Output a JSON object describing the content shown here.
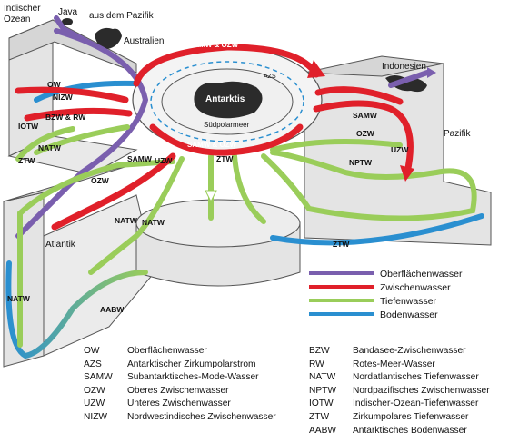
{
  "regions": {
    "indian_ocean": [
      "Indischer",
      "Ozean"
    ],
    "java": "Java",
    "pacific_source": "aus dem Pazifik",
    "australia": "Australien",
    "indonesia": "Indonesien",
    "antarctica": "Antarktis",
    "southern_ocean": "Südpolarmeer",
    "pacific": "Pazifik",
    "atlantic": "Atlantik"
  },
  "flow_labels": {
    "samw_ozw_top": "SAMW & OZW",
    "samw_ozw_bottom": "SAMW & OZW",
    "azs": "AZS",
    "ow": "OW",
    "nizw": "NIZW",
    "bzw_rw": "BZW & RW",
    "iotw": "IOTW",
    "natw_indian": "NATW",
    "ztw_left": "ZTW",
    "samw_mid": "SAMW",
    "ozw_mid": "OZW",
    "uzw_mid": "UZW",
    "ztw_center": "ZTW",
    "natw_center_a": "NATW",
    "natw_center_b": "NATW",
    "samw_pac": "SAMW",
    "ozw_pac": "OZW",
    "uzw_pac": "UZW",
    "nptw": "NPTW",
    "ztw_bottom": "ZTW",
    "natw_atl": "NATW",
    "aabw": "AABW"
  },
  "legend": [
    {
      "label": "Oberflächenwasser",
      "color": "#7a5fae"
    },
    {
      "label": "Zwischenwasser",
      "color": "#e0202a"
    },
    {
      "label": "Tiefenwasser",
      "color": "#9acd5a"
    },
    {
      "label": "Bodenwasser",
      "color": "#2a8fd0"
    }
  ],
  "abbreviations_left": [
    {
      "key": "OW",
      "desc": "Oberflächenwasser"
    },
    {
      "key": "AZS",
      "desc": "Antarktischer Zirkumpolarstrom"
    },
    {
      "key": "SAMW",
      "desc": "Subantarktisches-Mode-Wasser"
    },
    {
      "key": "OZW",
      "desc": "Oberes Zwischenwasser"
    },
    {
      "key": "UZW",
      "desc": "Unteres Zwischenwasser"
    },
    {
      "key": "NIZW",
      "desc": "Nordwestindisches Zwischenwasser"
    }
  ],
  "abbreviations_right": [
    {
      "key": "BZW",
      "desc": "Bandasee-Zwischenwasser"
    },
    {
      "key": "RW",
      "desc": "Rotes-Meer-Wasser"
    },
    {
      "key": "NATW",
      "desc": "Nordatlantisches Tiefenwasser"
    },
    {
      "key": "NPTW",
      "desc": "Nordpazifisches Zwischenwasser"
    },
    {
      "key": "IOTW",
      "desc": "Indischer-Ozean-Tiefenwasser"
    },
    {
      "key": "ZTW",
      "desc": "Zirkumpolares Tiefenwasser"
    },
    {
      "key": "AABW",
      "desc": "Antarktisches Bodenwasser"
    }
  ],
  "colors": {
    "surface": "#7a5fae",
    "intermediate": "#e0202a",
    "deep": "#9acd5a",
    "bottom": "#2a8fd0",
    "basin_fill": "#e4e4e4",
    "basin_edge": "#555555",
    "land": "#2b2b2b"
  }
}
